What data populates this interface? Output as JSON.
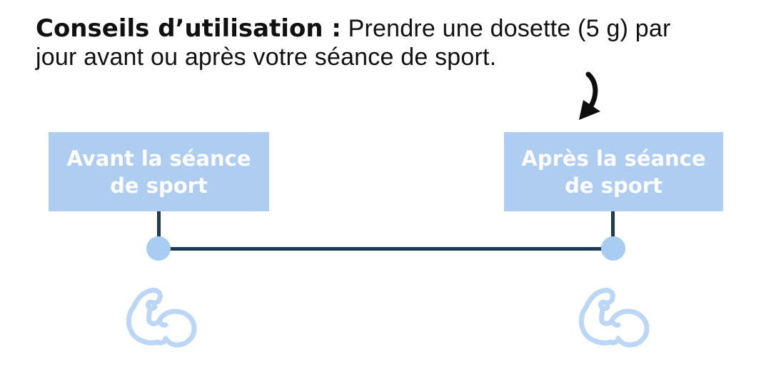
{
  "header": {
    "bold_text": "Conseils d’utilisation :",
    "line1_rest": "Prendre une dosette (5 g) par",
    "line2": "jour avant ou après votre séance de sport."
  },
  "timeline": {
    "boxes": [
      {
        "id": "before",
        "lines": [
          "Avant la séance",
          "de sport"
        ]
      },
      {
        "id": "after",
        "lines": [
          "Après la séance",
          "de sport"
        ]
      }
    ],
    "icons": {
      "left": "bicep-icon",
      "right": "bicep-icon",
      "annotation": "curved-down-arrow-icon"
    }
  },
  "colors": {
    "page_background": "#ffffff",
    "title_text": "#111111",
    "box_background": "#aecdf1",
    "box_text": "#fdfdfe",
    "connector_line": "#1d3b52",
    "timeline_dot": "#a9ccf2",
    "bicep_outline": "#bcd6f6",
    "arrow": "#0d0d0d"
  }
}
